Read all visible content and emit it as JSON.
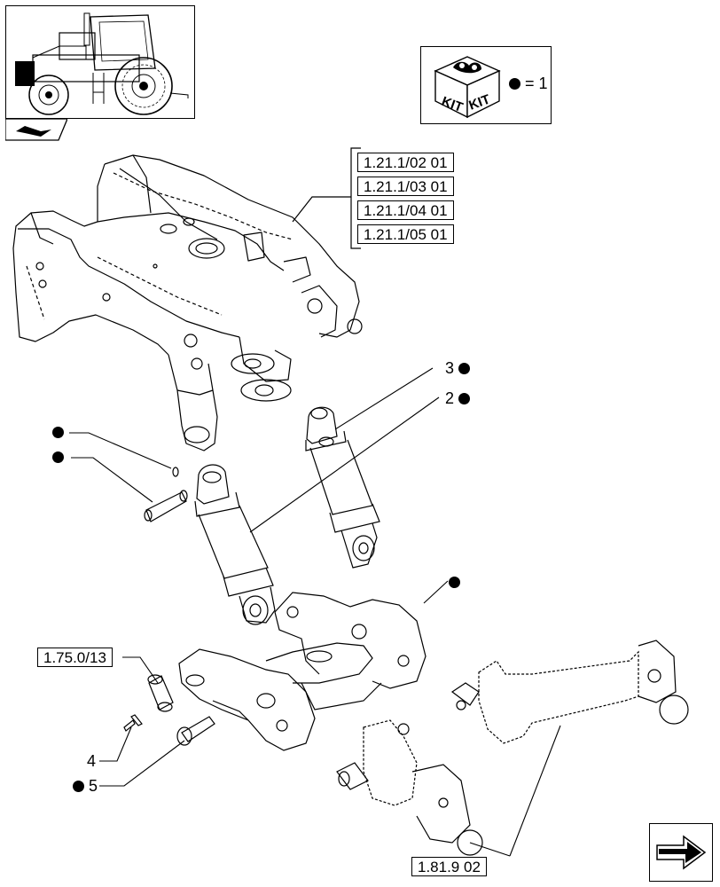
{
  "kit_legend": {
    "kit_label_left": "KIT",
    "kit_label_right": "KIT",
    "equals_text": "= 1"
  },
  "references": {
    "frame_refs": [
      "1.21.1/02 01",
      "1.21.1/03 01",
      "1.21.1/04 01",
      "1.21.1/05 01"
    ],
    "support_ref": "1.75.0/13",
    "hitch_ref": "1.81.9 02"
  },
  "callouts": {
    "item_3": "3",
    "item_2": "2",
    "item_4": "4",
    "item_5": "5"
  },
  "icons": {
    "tractor": "tractor-thumbnail-icon",
    "nav": "section-nav-icon",
    "next": "next-page-arrow-icon",
    "kit": "kit-box-icon",
    "bullet": "bullet-dot-icon"
  },
  "colors": {
    "line": "#000000",
    "background": "#ffffff"
  }
}
